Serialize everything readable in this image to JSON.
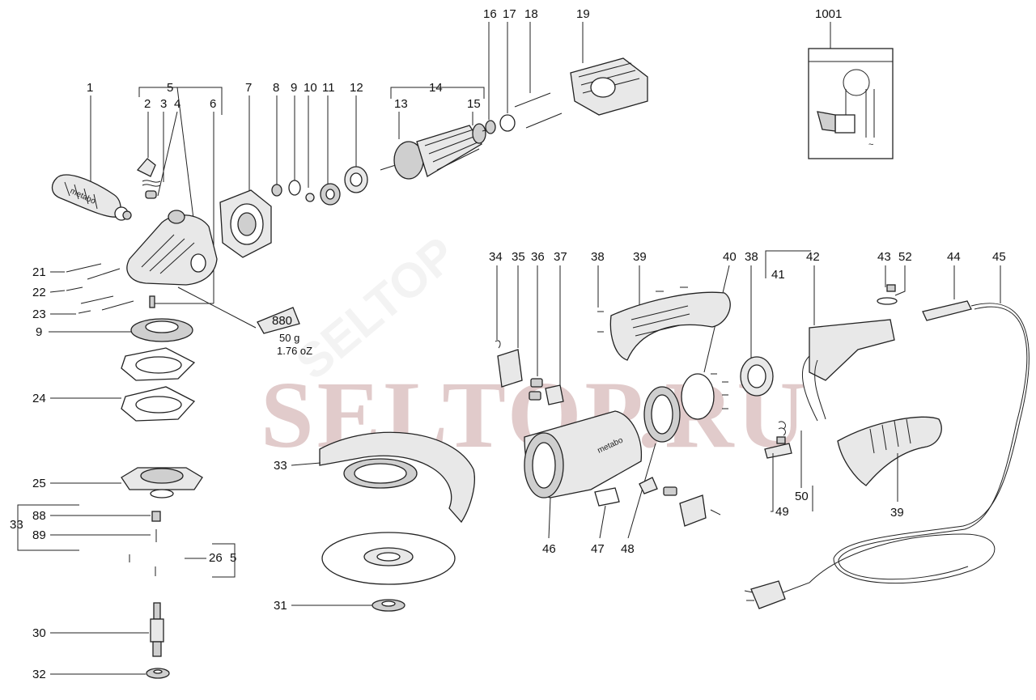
{
  "labels": {
    "l1": "1",
    "l2": "2",
    "l3": "3",
    "l4": "4",
    "l5": "5",
    "l6": "6",
    "l7": "7",
    "l8": "8",
    "l9": "9",
    "l10": "10",
    "l11": "11",
    "l12": "12",
    "l13": "13",
    "l14": "14",
    "l15": "15",
    "l16": "16",
    "l17": "17",
    "l18": "18",
    "l19": "19",
    "l1001": "1001",
    "l21": "21",
    "l22": "22",
    "l23": "23",
    "l9b": "9",
    "l24": "24",
    "l25": "25",
    "l33": "33",
    "l88": "88",
    "l89": "89",
    "l26": "26",
    "l5b": "5",
    "l30": "30",
    "l32": "32",
    "l31": "31",
    "l33b": "33",
    "l34": "34",
    "l35": "35",
    "l36": "36",
    "l37": "37",
    "l38": "38",
    "l39": "39",
    "l40": "40",
    "l38b": "38",
    "l41": "41",
    "l42": "42",
    "l43": "43",
    "l52": "52",
    "l44": "44",
    "l45": "45",
    "l46": "46",
    "l47": "47",
    "l48": "48",
    "l49": "49",
    "l50": "50",
    "l39b": "39"
  },
  "grease": {
    "code": "880",
    "weight_g": "50 g",
    "weight_oz": "1.76 oZ"
  },
  "brand_marks": {
    "handle": "metabo",
    "housing": "metabo"
  },
  "watermark": {
    "text": "SELTOP.RU"
  },
  "colors": {
    "line": "#222222",
    "part_fill": "#e8e8e8",
    "watermark": "#c9a0a0"
  }
}
